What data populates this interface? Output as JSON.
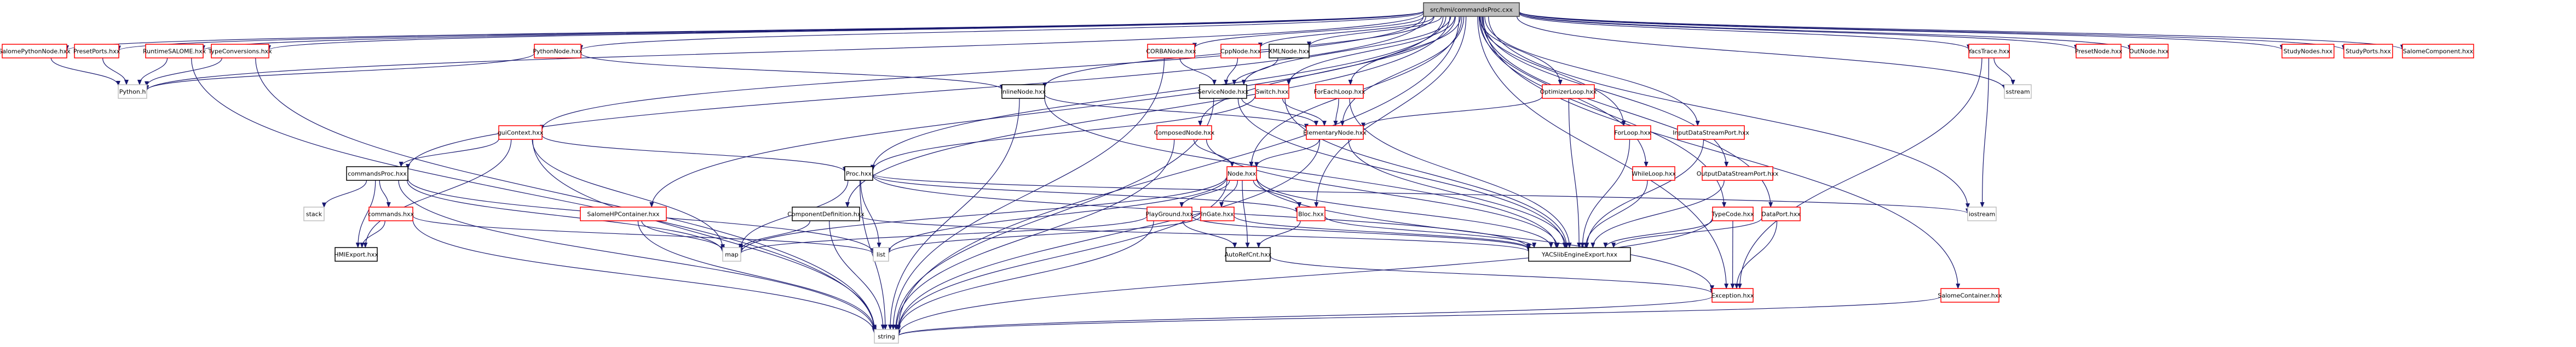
{
  "diagram": {
    "title": "src/hmi/commandsProc.cxx",
    "kind": "include dependency graph",
    "colors": {
      "edge": "#191970",
      "root_fill": "#bfbfbf",
      "root_border": "#404040",
      "documented_border": "#ff0000",
      "undocumented_border": "#000000",
      "system_border": "#bfbfbf",
      "node_fill": "#ffffff"
    },
    "nodes": [
      {
        "id": "root",
        "label": "src/hmi/commandsProc.cxx",
        "style": "root"
      },
      {
        "id": "SalomePythonNode",
        "label": "SalomePythonNode.hxx",
        "style": "red"
      },
      {
        "id": "PresetPorts",
        "label": "PresetPorts.hxx",
        "style": "red"
      },
      {
        "id": "RuntimeSALOME",
        "label": "RuntimeSALOME.hxx",
        "style": "red"
      },
      {
        "id": "TypeConversions",
        "label": "TypeConversions.hxx",
        "style": "red"
      },
      {
        "id": "PythonNode",
        "label": "PythonNode.hxx",
        "style": "red"
      },
      {
        "id": "CORBANode",
        "label": "CORBANode.hxx",
        "style": "red"
      },
      {
        "id": "CppNode",
        "label": "CppNode.hxx",
        "style": "red"
      },
      {
        "id": "XMLNode",
        "label": "XMLNode.hxx",
        "style": "black"
      },
      {
        "id": "YacsTrace",
        "label": "YacsTrace.hxx",
        "style": "red"
      },
      {
        "id": "PresetNode",
        "label": "PresetNode.hxx",
        "style": "red"
      },
      {
        "id": "OutNode",
        "label": "OutNode.hxx",
        "style": "red"
      },
      {
        "id": "StudyNodes",
        "label": "StudyNodes.hxx",
        "style": "red"
      },
      {
        "id": "StudyPorts",
        "label": "StudyPorts.hxx",
        "style": "red"
      },
      {
        "id": "SalomeComponent",
        "label": "SalomeComponent.hxx",
        "style": "red"
      },
      {
        "id": "PythonH",
        "label": "Python.h",
        "style": "system"
      },
      {
        "id": "InlineNode",
        "label": "InlineNode.hxx",
        "style": "black"
      },
      {
        "id": "ServiceNode",
        "label": "ServiceNode.hxx",
        "style": "black"
      },
      {
        "id": "Switch",
        "label": "Switch.hxx",
        "style": "red"
      },
      {
        "id": "ForEachLoop",
        "label": "ForEachLoop.hxx",
        "style": "red"
      },
      {
        "id": "OptimizerLoop",
        "label": "OptimizerLoop.hxx",
        "style": "red"
      },
      {
        "id": "sstream",
        "label": "sstream",
        "style": "system"
      },
      {
        "id": "guiContext",
        "label": "guiContext.hxx",
        "style": "red"
      },
      {
        "id": "ComposedNode",
        "label": "ComposedNode.hxx",
        "style": "red"
      },
      {
        "id": "ElementaryNode",
        "label": "ElementaryNode.hxx",
        "style": "red"
      },
      {
        "id": "ForLoop",
        "label": "ForLoop.hxx",
        "style": "red"
      },
      {
        "id": "InputDataStreamPort",
        "label": "InputDataStreamPort.hxx",
        "style": "red"
      },
      {
        "id": "commandsProcH",
        "label": "commandsProc.hxx",
        "style": "black"
      },
      {
        "id": "ProcH",
        "label": "Proc.hxx",
        "style": "black"
      },
      {
        "id": "NodeH",
        "label": "Node.hxx",
        "style": "red"
      },
      {
        "id": "WhileLoop",
        "label": "WhileLoop.hxx",
        "style": "red"
      },
      {
        "id": "OutputDataStreamPort",
        "label": "OutputDataStreamPort.hxx",
        "style": "red"
      },
      {
        "id": "stack",
        "label": "stack",
        "style": "system"
      },
      {
        "id": "commandsH",
        "label": "commands.hxx",
        "style": "red"
      },
      {
        "id": "SalomeHPContainer",
        "label": "SalomeHPContainer.hxx",
        "style": "red"
      },
      {
        "id": "ComponentDefinition",
        "label": "ComponentDefinition.hxx",
        "style": "black"
      },
      {
        "id": "PlayGround",
        "label": "PlayGround.hxx",
        "style": "red"
      },
      {
        "id": "InGate",
        "label": "InGate.hxx",
        "style": "red"
      },
      {
        "id": "Bloc",
        "label": "Bloc.hxx",
        "style": "red"
      },
      {
        "id": "TypeCode",
        "label": "TypeCode.hxx",
        "style": "red"
      },
      {
        "id": "DataPort",
        "label": "DataPort.hxx",
        "style": "red"
      },
      {
        "id": "iostream",
        "label": "iostream",
        "style": "system"
      },
      {
        "id": "HMIExport",
        "label": "HMIExport.hxx",
        "style": "black"
      },
      {
        "id": "map",
        "label": "map",
        "style": "system"
      },
      {
        "id": "list",
        "label": "list",
        "style": "system"
      },
      {
        "id": "AutoRefCnt",
        "label": "AutoRefCnt.hxx",
        "style": "black"
      },
      {
        "id": "YACSlibEngineExport",
        "label": "YACSlibEngineExport.hxx",
        "style": "black"
      },
      {
        "id": "Exception",
        "label": "Exception.hxx",
        "style": "red"
      },
      {
        "id": "SalomeContainer",
        "label": "SalomeContainer.hxx",
        "style": "red"
      },
      {
        "id": "string",
        "label": "string",
        "style": "system"
      }
    ],
    "edges": [
      [
        "root",
        "SalomePythonNode"
      ],
      [
        "root",
        "PresetPorts"
      ],
      [
        "root",
        "RuntimeSALOME"
      ],
      [
        "root",
        "TypeConversions"
      ],
      [
        "root",
        "PythonNode"
      ],
      [
        "root",
        "CORBANode"
      ],
      [
        "root",
        "CppNode"
      ],
      [
        "root",
        "XMLNode"
      ],
      [
        "root",
        "YacsTrace"
      ],
      [
        "root",
        "PresetNode"
      ],
      [
        "root",
        "OutNode"
      ],
      [
        "root",
        "StudyNodes"
      ],
      [
        "root",
        "StudyPorts"
      ],
      [
        "root",
        "SalomeComponent"
      ],
      [
        "root",
        "PythonH"
      ],
      [
        "root",
        "InlineNode"
      ],
      [
        "root",
        "ServiceNode"
      ],
      [
        "root",
        "Switch"
      ],
      [
        "root",
        "ForEachLoop"
      ],
      [
        "root",
        "OptimizerLoop"
      ],
      [
        "root",
        "sstream"
      ],
      [
        "root",
        "guiContext"
      ],
      [
        "root",
        "ComposedNode"
      ],
      [
        "root",
        "ElementaryNode"
      ],
      [
        "root",
        "ForLoop"
      ],
      [
        "root",
        "InputDataStreamPort"
      ],
      [
        "root",
        "commandsProcH"
      ],
      [
        "root",
        "ProcH"
      ],
      [
        "root",
        "NodeH"
      ],
      [
        "root",
        "WhileLoop"
      ],
      [
        "root",
        "OutputDataStreamPort"
      ],
      [
        "root",
        "SalomeHPContainer"
      ],
      [
        "root",
        "ComponentDefinition"
      ],
      [
        "root",
        "Bloc"
      ],
      [
        "root",
        "TypeCode"
      ],
      [
        "root",
        "DataPort"
      ],
      [
        "root",
        "iostream"
      ],
      [
        "root",
        "Exception"
      ],
      [
        "root",
        "SalomeContainer"
      ],
      [
        "root",
        "string"
      ],
      [
        "SalomePythonNode",
        "PythonH"
      ],
      [
        "PresetPorts",
        "PythonH"
      ],
      [
        "RuntimeSALOME",
        "PythonH"
      ],
      [
        "RuntimeSALOME",
        "string"
      ],
      [
        "TypeConversions",
        "PythonH"
      ],
      [
        "TypeConversions",
        "string"
      ],
      [
        "PythonNode",
        "PythonH"
      ],
      [
        "PythonNode",
        "InlineNode"
      ],
      [
        "CORBANode",
        "ServiceNode"
      ],
      [
        "CORBANode",
        "string"
      ],
      [
        "CppNode",
        "ServiceNode"
      ],
      [
        "XMLNode",
        "ServiceNode"
      ],
      [
        "YacsTrace",
        "sstream"
      ],
      [
        "YacsTrace",
        "iostream"
      ],
      [
        "YacsTrace",
        "Exception"
      ],
      [
        "InlineNode",
        "ElementaryNode"
      ],
      [
        "InlineNode",
        "YACSlibEngineExport"
      ],
      [
        "InlineNode",
        "string"
      ],
      [
        "ServiceNode",
        "ElementaryNode"
      ],
      [
        "ServiceNode",
        "YACSlibEngineExport"
      ],
      [
        "ServiceNode",
        "string"
      ],
      [
        "Switch",
        "ElementaryNode"
      ],
      [
        "Switch",
        "YACSlibEngineExport"
      ],
      [
        "Switch",
        "ProcH"
      ],
      [
        "ForEachLoop",
        "ElementaryNode"
      ],
      [
        "ForEachLoop",
        "YACSlibEngineExport"
      ],
      [
        "OptimizerLoop",
        "ElementaryNode"
      ],
      [
        "OptimizerLoop",
        "YACSlibEngineExport"
      ],
      [
        "guiContext",
        "commandsProcH"
      ],
      [
        "guiContext",
        "ProcH"
      ],
      [
        "guiContext",
        "HMIExport"
      ],
      [
        "guiContext",
        "map"
      ],
      [
        "guiContext",
        "string"
      ],
      [
        "ComposedNode",
        "NodeH"
      ],
      [
        "ComposedNode",
        "YACSlibEngineExport"
      ],
      [
        "ComposedNode",
        "string"
      ],
      [
        "ElementaryNode",
        "NodeH"
      ],
      [
        "ElementaryNode",
        "YACSlibEngineExport"
      ],
      [
        "ElementaryNode",
        "string"
      ],
      [
        "ForLoop",
        "YACSlibEngineExport"
      ],
      [
        "InputDataStreamPort",
        "YACSlibEngineExport"
      ],
      [
        "WhileLoop",
        "YACSlibEngineExport"
      ],
      [
        "OutputDataStreamPort",
        "YACSlibEngineExport"
      ],
      [
        "commandsProcH",
        "stack"
      ],
      [
        "commandsProcH",
        "HMIExport"
      ],
      [
        "commandsProcH",
        "commandsH"
      ],
      [
        "commandsProcH",
        "map"
      ],
      [
        "commandsProcH",
        "list"
      ],
      [
        "commandsProcH",
        "string"
      ],
      [
        "commandsH",
        "HMIExport"
      ],
      [
        "commandsH",
        "list"
      ],
      [
        "commandsH",
        "string"
      ],
      [
        "ProcH",
        "map"
      ],
      [
        "ProcH",
        "list"
      ],
      [
        "ProcH",
        "string"
      ],
      [
        "ProcH",
        "YACSlibEngineExport"
      ],
      [
        "ProcH",
        "Bloc"
      ],
      [
        "ProcH",
        "iostream"
      ],
      [
        "NodeH",
        "PlayGround"
      ],
      [
        "NodeH",
        "InGate"
      ],
      [
        "NodeH",
        "Bloc"
      ],
      [
        "NodeH",
        "AutoRefCnt"
      ],
      [
        "NodeH",
        "map"
      ],
      [
        "NodeH",
        "list"
      ],
      [
        "NodeH",
        "string"
      ],
      [
        "NodeH",
        "YACSlibEngineExport"
      ],
      [
        "NodeH",
        "Exception"
      ],
      [
        "SalomeHPContainer",
        "map"
      ],
      [
        "SalomeHPContainer",
        "string"
      ],
      [
        "ComponentDefinition",
        "map"
      ],
      [
        "ComponentDefinition",
        "string"
      ],
      [
        "ComponentDefinition",
        "YACSlibEngineExport"
      ],
      [
        "PlayGround",
        "AutoRefCnt"
      ],
      [
        "PlayGround",
        "map"
      ],
      [
        "PlayGround",
        "string"
      ],
      [
        "PlayGround",
        "YACSlibEngineExport"
      ],
      [
        "InGate",
        "list"
      ],
      [
        "InGate",
        "YACSlibEngineExport"
      ],
      [
        "Bloc",
        "AutoRefCnt"
      ],
      [
        "Bloc",
        "YACSlibEngineExport"
      ],
      [
        "TypeCode",
        "YACSlibEngineExport"
      ],
      [
        "TypeCode",
        "Exception"
      ],
      [
        "TypeCode",
        "string"
      ],
      [
        "DataPort",
        "YACSlibEngineExport"
      ],
      [
        "DataPort",
        "Exception"
      ],
      [
        "AutoRefCnt",
        "Exception"
      ],
      [
        "Exception",
        "string"
      ],
      [
        "SalomeContainer",
        "string"
      ]
    ]
  }
}
